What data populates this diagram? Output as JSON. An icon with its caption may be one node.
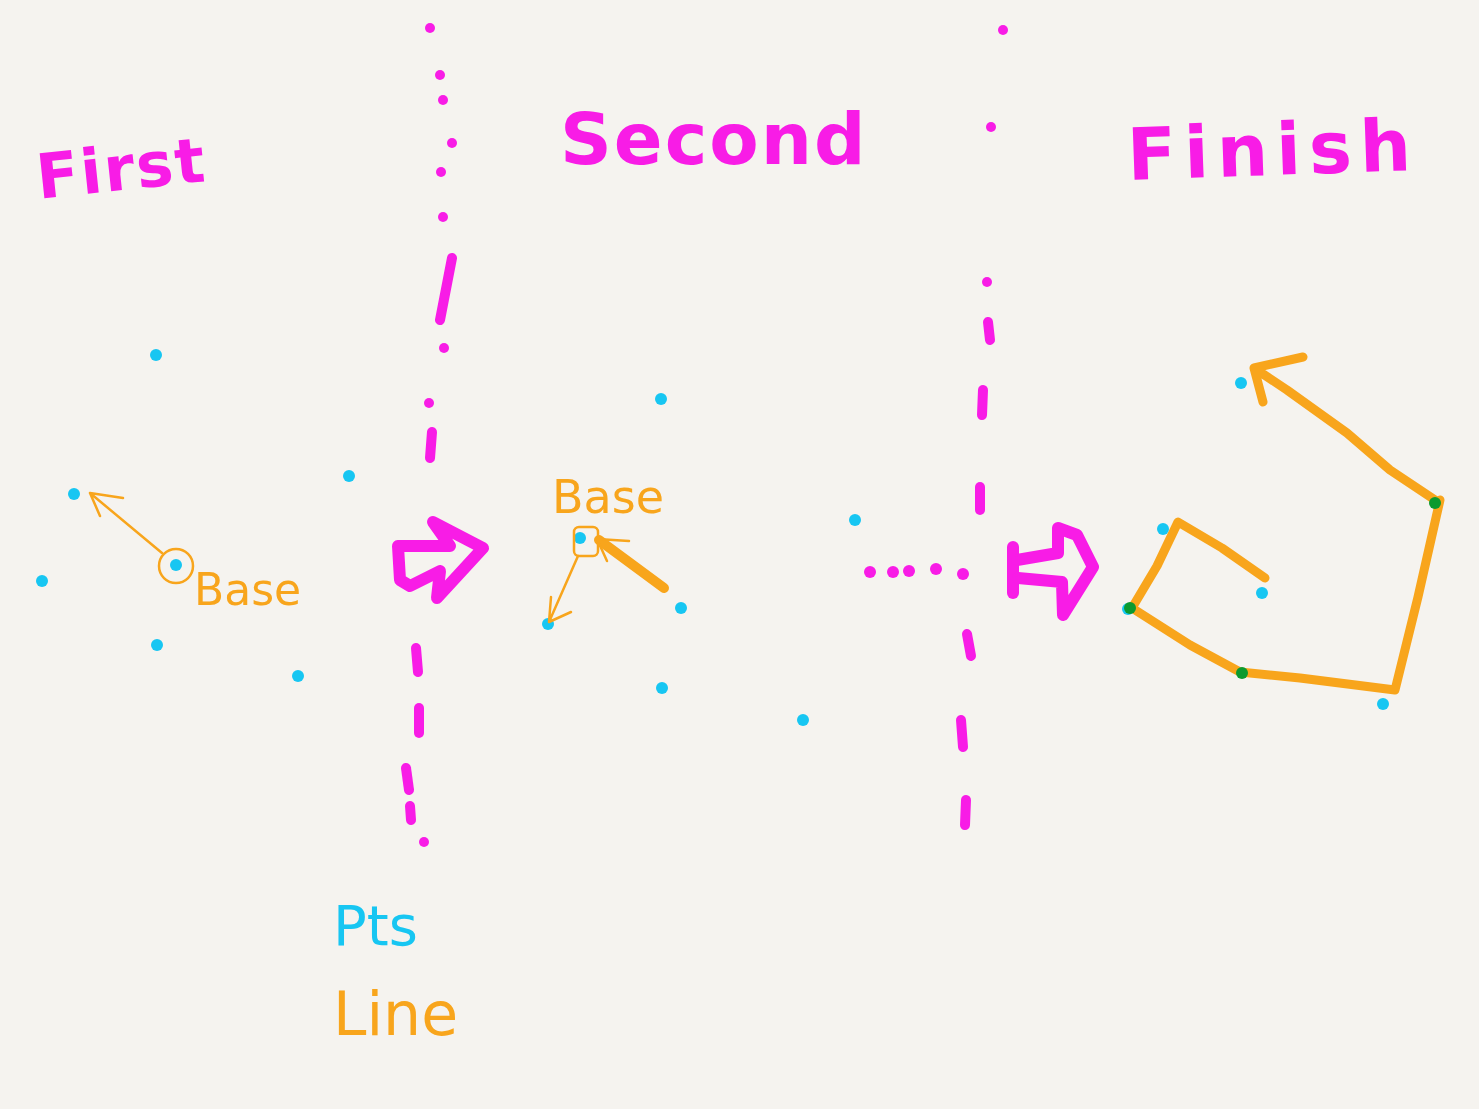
{
  "diagram": {
    "labels": [
      "First",
      "Second",
      "Finish",
      "Base",
      "Base",
      "Pts",
      "Line"
    ]
  }
}
